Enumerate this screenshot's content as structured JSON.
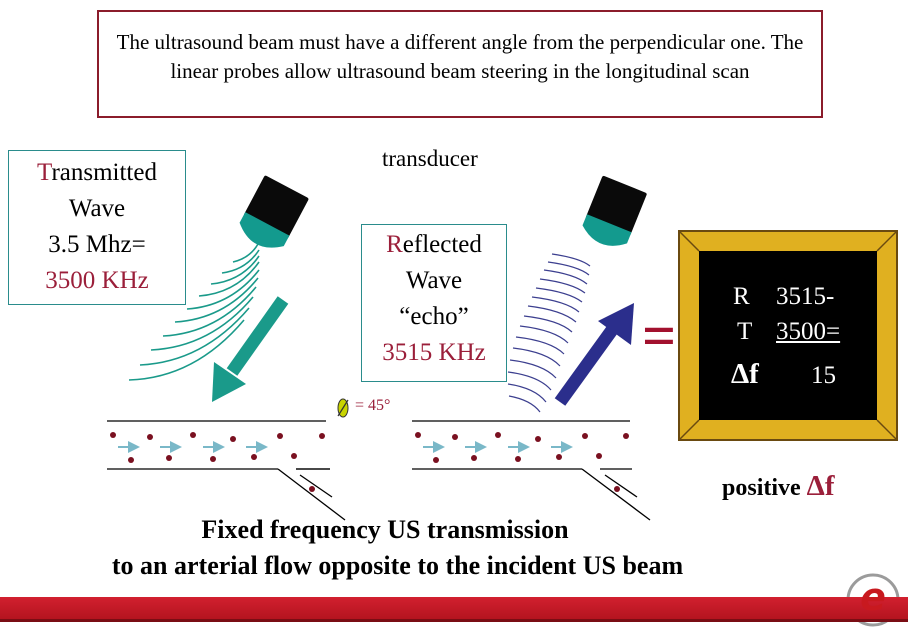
{
  "header_text": "The ultrasound beam must have a different angle from the perpendicular one. The linear probes allow ultrasound beam steering in the longitudinal scan",
  "transducer_label": "transducer",
  "transmitted": {
    "first_letter": "T",
    "rest_line1": "ransmitted",
    "line2": "Wave",
    "line3": "3.5 Mhz=",
    "line4": "3500 KHz"
  },
  "reflected": {
    "first_letter": "R",
    "rest_line1": "eflected",
    "line2": "Wave",
    "line3": "“echo”",
    "line4": "3515 KHz"
  },
  "angle_text": "= 45°",
  "equals_sign": "=",
  "monitor": {
    "r_label": "R",
    "r_value": "3515-",
    "t_label": "T",
    "t_value": "3500=",
    "df_label": "Δf",
    "df_value": "15"
  },
  "positive_label": "positive",
  "positive_delta": "Δf",
  "caption_line1": "Fixed frequency US transmission",
  "caption_line2": "to an arterial flow opposite to the incident US beam",
  "logo_letter": "e",
  "colors": {
    "dark_red": "#9b1f3a",
    "teal": "#1a9a8a",
    "navy_arrow": "#2b2e8c",
    "monitor_frame": "#e0b020",
    "footer_red": "#c8191f"
  }
}
